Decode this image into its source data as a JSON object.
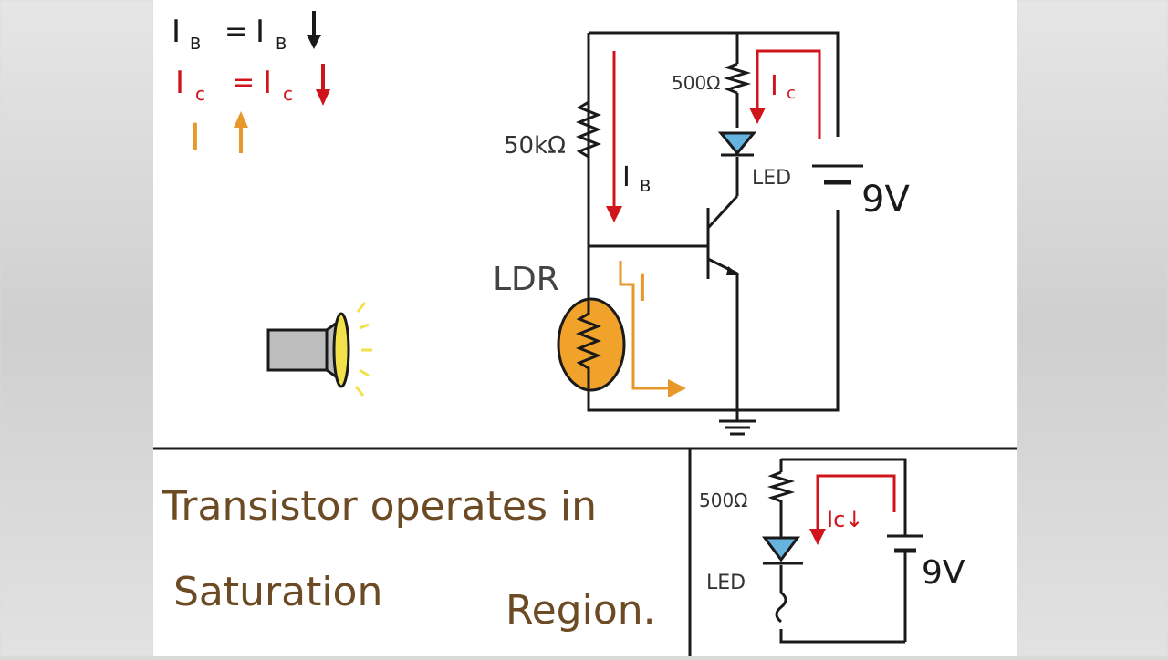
{
  "legend": {
    "ib_lhs": "I",
    "ib_lhs_sub": "B",
    "ib_eq": "=",
    "ib_rhs": "I",
    "ib_rhs_sub": "B",
    "ic_lhs": "I",
    "ic_lhs_sub": "c",
    "ic_eq": "=",
    "ic_rhs": "I",
    "ic_rhs_sub": "c",
    "i_label": "I"
  },
  "circuit": {
    "r_base": "50kΩ",
    "r_collector": "500Ω",
    "ic_label": "I",
    "ic_sub": "c",
    "ib_label": "I",
    "ib_sub": "B",
    "led": "LED",
    "battery": "9V",
    "ldr": "LDR",
    "i_ldr": "I"
  },
  "caption": {
    "line1": "Transistor operates in",
    "line2a": "Saturation",
    "line2b": "Region."
  },
  "mini": {
    "r": "500Ω",
    "led": "LED",
    "ic": "Ic↓",
    "battery": "9V"
  },
  "colors": {
    "black": "#1a1a1a",
    "red": "#d0141c",
    "orange": "#e8972a",
    "ldr_fill": "#f0a22a",
    "led_fill": "#66b3e0",
    "torch_body": "#bdbdbd",
    "torch_head": "#f2e14a",
    "caption": "#6b4a24"
  }
}
